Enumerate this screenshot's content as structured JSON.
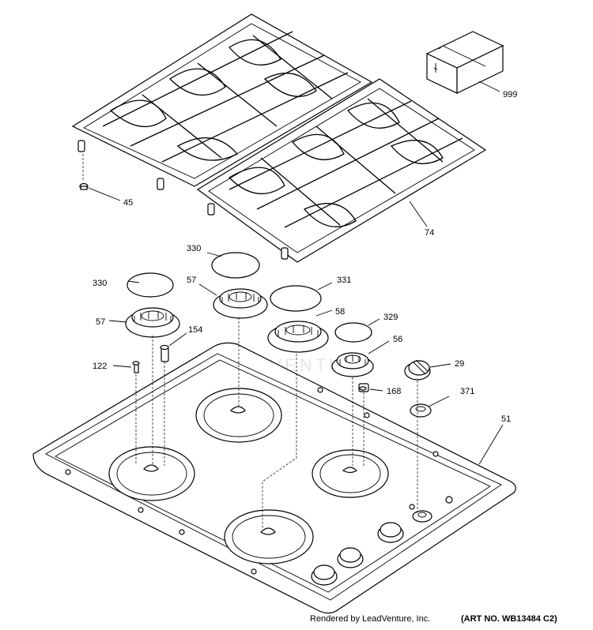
{
  "callouts": [
    {
      "id": "999",
      "text": "999"
    },
    {
      "id": "45",
      "text": "45"
    },
    {
      "id": "74",
      "text": "74"
    },
    {
      "id": "330a",
      "text": "330"
    },
    {
      "id": "330b",
      "text": "330"
    },
    {
      "id": "57a",
      "text": "57"
    },
    {
      "id": "331",
      "text": "331"
    },
    {
      "id": "58",
      "text": "58"
    },
    {
      "id": "57b",
      "text": "57"
    },
    {
      "id": "154",
      "text": "154"
    },
    {
      "id": "329",
      "text": "329"
    },
    {
      "id": "56",
      "text": "56"
    },
    {
      "id": "122",
      "text": "122"
    },
    {
      "id": "29",
      "text": "29"
    },
    {
      "id": "168",
      "text": "168"
    },
    {
      "id": "371",
      "text": "371"
    },
    {
      "id": "51",
      "text": "51"
    }
  ],
  "watermark": "LEADVENTURE",
  "footer": {
    "credit": "Rendered by LeadVenture, Inc.",
    "art_no": "(ART NO. WB13484 C2)"
  }
}
